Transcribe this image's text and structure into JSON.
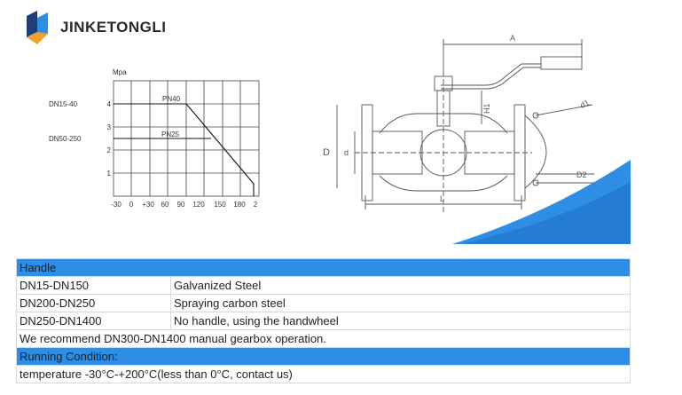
{
  "brand": {
    "name": "JINKETONGLI",
    "colors": {
      "blue": "#2e8ee6",
      "navy": "#1f3f7a",
      "orange": "#f0a32a"
    }
  },
  "pressure_chart": {
    "y_unit": "Mpa",
    "y_ticks": [
      "4",
      "3",
      "2",
      "1"
    ],
    "x_ticks": [
      "-30",
      "0",
      "+30",
      "60",
      "90",
      "120",
      "150",
      "180",
      "2"
    ],
    "series": [
      {
        "range": "DN15-40",
        "name": "PN40"
      },
      {
        "range": "DN50-250",
        "name": "PN25"
      }
    ]
  },
  "drawing_labels": {
    "A": "A",
    "H1": "H1",
    "d1": "d1",
    "D": "D",
    "d": "d",
    "D2": "D2",
    "L": "L"
  },
  "table": {
    "handle_header": "Handle",
    "rows": [
      {
        "size": "DN15-DN150",
        "material": "Galvanized Steel"
      },
      {
        "size": "DN200-DN250",
        "material": "Spraying carbon steel"
      },
      {
        "size": "DN250-DN1400",
        "material": "No handle, using the handwheel"
      }
    ],
    "recommend": "We recommend DN300-DN1400 manual gearbox operation.",
    "running_header": "Running Condition:",
    "temperature": "temperature -30°C-+200°C(less than 0°C, contact us)"
  }
}
